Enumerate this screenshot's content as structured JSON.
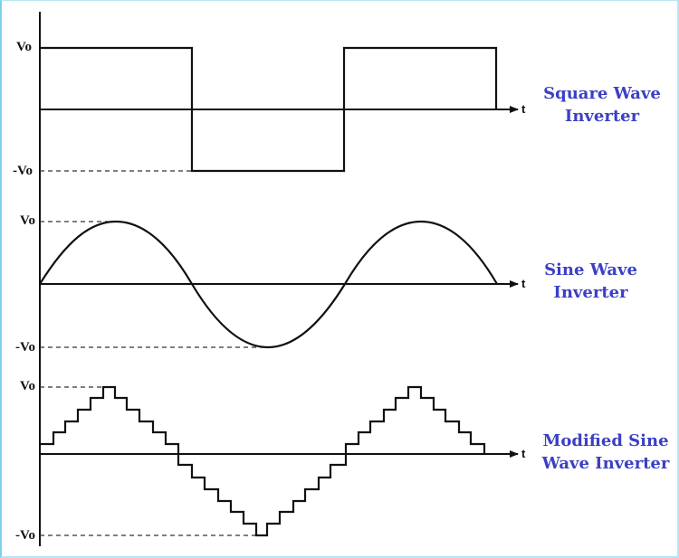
{
  "colors": {
    "caption": "#3b40c4",
    "trace": "#111111"
  },
  "panels": [
    {
      "id": "square",
      "caption_line1": "Square Wave",
      "caption_line2": "Inverter",
      "vpos_label": "Vo",
      "vneg_label": "-Vo",
      "axis_label": "t"
    },
    {
      "id": "sine",
      "caption_line1": "Sine Wave",
      "caption_line2": "Inverter",
      "vpos_label": "Vo",
      "vneg_label": "-Vo",
      "axis_label": "t"
    },
    {
      "id": "modified",
      "caption_line1": "Modified Sine",
      "caption_line2": "Wave Inverter",
      "vpos_label": "Vo",
      "vneg_label": "-Vo",
      "axis_label": "t"
    }
  ],
  "chart_data": [
    {
      "type": "line",
      "title": "Square Wave Inverter",
      "xlabel": "t",
      "ylabel": "",
      "y_ticks": [
        "Vo",
        "-Vo"
      ],
      "series": [
        {
          "name": "square",
          "x_half_periods": [
            0,
            1,
            2
          ],
          "values": [
            1,
            -1,
            1
          ]
        }
      ]
    },
    {
      "type": "line",
      "title": "Sine Wave Inverter",
      "xlabel": "t",
      "ylabel": "",
      "y_ticks": [
        "Vo",
        "-Vo"
      ],
      "series": [
        {
          "name": "sine",
          "cycles": 1.5,
          "amplitude": "Vo"
        }
      ]
    },
    {
      "type": "line",
      "title": "Modified Sine Wave Inverter",
      "xlabel": "t",
      "ylabel": "",
      "y_ticks": [
        "Vo",
        "-Vo"
      ],
      "series": [
        {
          "name": "stepped sine",
          "cycles": 1.5,
          "steps_per_quarter": 6,
          "amplitude": "Vo"
        }
      ]
    }
  ]
}
